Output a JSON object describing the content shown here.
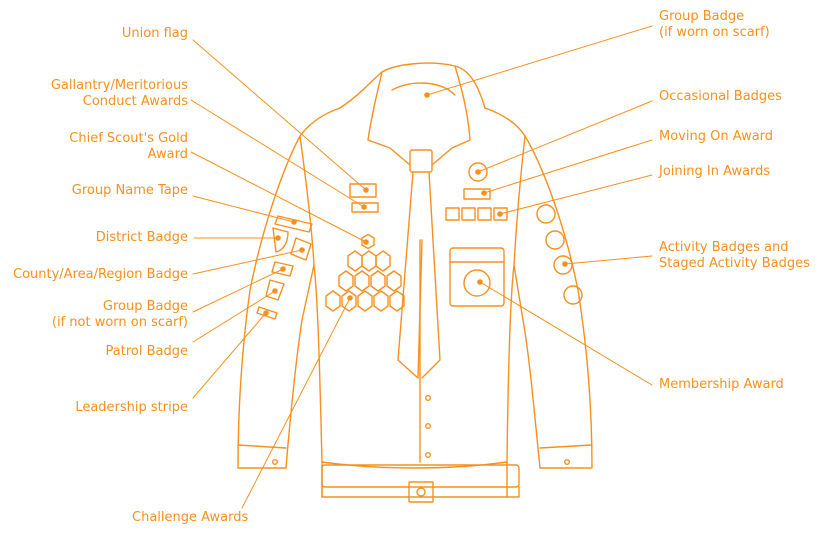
{
  "colors": {
    "accent": "#F7901E",
    "background": "#FFFFFF"
  },
  "labels": {
    "union_flag": "Union flag",
    "gallantry_1": "Gallantry/Meritorious",
    "gallantry_2": "Conduct Awards",
    "chief_scout_1": "Chief Scout's Gold",
    "chief_scout_2": "Award",
    "group_name_tape": "Group Name Tape",
    "district_badge": "District Badge",
    "county_badge": "County/Area/Region Badge",
    "group_badge_sleeve_1": "Group Badge",
    "group_badge_sleeve_2": "(if not worn on scarf)",
    "patrol_badge": "Patrol Badge",
    "leadership_stripe": "Leadership stripe",
    "challenge_awards": "Challenge Awards",
    "group_badge_scarf_1": "Group Badge",
    "group_badge_scarf_2": "(if worn on scarf)",
    "occasional_badges": "Occasional Badges",
    "moving_on_award": "Moving On Award",
    "joining_in_awards": "Joining In Awards",
    "activity_badges_1": "Activity Badges and",
    "activity_badges_2": "Staged Activity Badges",
    "membership_award": "Membership Award"
  }
}
